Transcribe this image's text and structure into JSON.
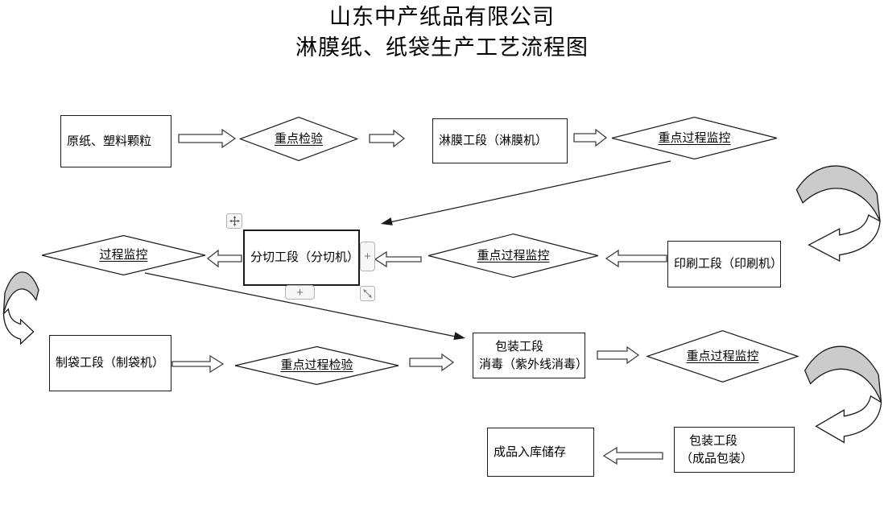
{
  "title": {
    "line1": "山东中产纸品有限公司",
    "line2": "淋膜纸、纸袋生产工艺流程图"
  },
  "nodes": {
    "raw_material": {
      "label": "原纸、塑料颗粒"
    },
    "key_inspection": {
      "label": "重点检验"
    },
    "laminating": {
      "label": "淋膜工段（淋膜机）"
    },
    "key_process_monitor_1": {
      "label": "重点过程监控"
    },
    "process_monitor": {
      "label": "过程监控"
    },
    "slitting": {
      "label": "分切工段（分切机）"
    },
    "key_process_monitor_2": {
      "label": "重点过程监控"
    },
    "printing": {
      "label": "印刷工段（印刷机）"
    },
    "bag_making": {
      "label": "制袋工段（制袋机）"
    },
    "key_process_inspection": {
      "label": "重点过程检验"
    },
    "packaging_sterilize": {
      "line1": "包装工段",
      "line2": "消毒（紫外线消毒）"
    },
    "key_process_monitor_3": {
      "label": "重点过程监控"
    },
    "finished_storage": {
      "label": "成品入库储存"
    },
    "packaging_finished": {
      "line1": "包装工段",
      "line2": "（成品包装）"
    }
  },
  "handles": {
    "plus_right": "+",
    "plus_bottom": "+"
  },
  "colors": {
    "stroke": "#1a1a1a",
    "shape_fill": "#ffffff",
    "curved_arrow_fill": "#cbcbcb",
    "handle_border": "#b3b3b3",
    "handle_bg": "#f7f7f7",
    "handle_icon": "#777777"
  }
}
